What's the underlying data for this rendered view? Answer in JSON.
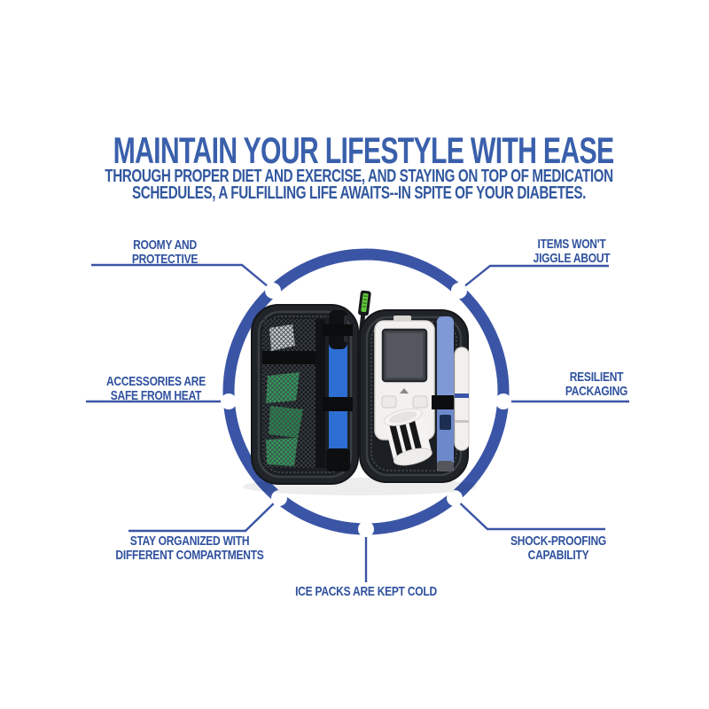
{
  "header": {
    "title": "MAINTAIN YOUR LIFESTYLE WITH EASE",
    "subtitle_line1": "THROUGH PROPER DIET AND EXERCISE, AND STAYING ON TOP OF MEDICATION",
    "subtitle_line2": "SCHEDULES, A FULFILLING LIFE AWAITS--IN SPITE OF YOUR DIABETES."
  },
  "callouts": {
    "top_left": {
      "line1": "ROOMY AND",
      "line2": "PROTECTIVE"
    },
    "top_right": {
      "line1": "ITEMS WON'T",
      "line2": "JIGGLE ABOUT"
    },
    "mid_left": {
      "line1": "ACCESSORIES ARE",
      "line2": "SAFE FROM HEAT"
    },
    "mid_right": {
      "line1": "RESILIENT",
      "line2": "PACKAGING"
    },
    "bottom_left": {
      "line1": "STAY ORGANIZED WITH",
      "line2": "DIFFERENT COMPARTMENTS"
    },
    "bottom_right": {
      "line1": "SHOCK-PROOFING",
      "line2": "CAPABILITY"
    },
    "bottom_center": {
      "line1": "ICE PACKS ARE KEPT COLD"
    }
  },
  "center_image": {
    "alt": "Open black diabetes supply travel case showing glucose meter, two insulin pens, test strip vial, lancing device and green packs in a mesh pocket",
    "icons": [
      "diabetes-case-icon",
      "glucose-meter-icon",
      "insulin-pen-icon",
      "test-strip-vial-icon",
      "lancing-device-icon",
      "zipper-pull-icon",
      "mesh-pocket-icon"
    ]
  },
  "colors": {
    "title_blue": "#3A60AC",
    "subtitle_blue": "#31579F",
    "label_blue": "#2F519E",
    "ring_blue": "#3B55A6",
    "case_black": "#202428",
    "pen_bright_blue": "#2D6ED2",
    "pen_periwinkle": "#7F99D6",
    "pack_green": "#2F9E57",
    "zipper_pull_green": "#63C73E",
    "background": "#FFFFFF"
  }
}
